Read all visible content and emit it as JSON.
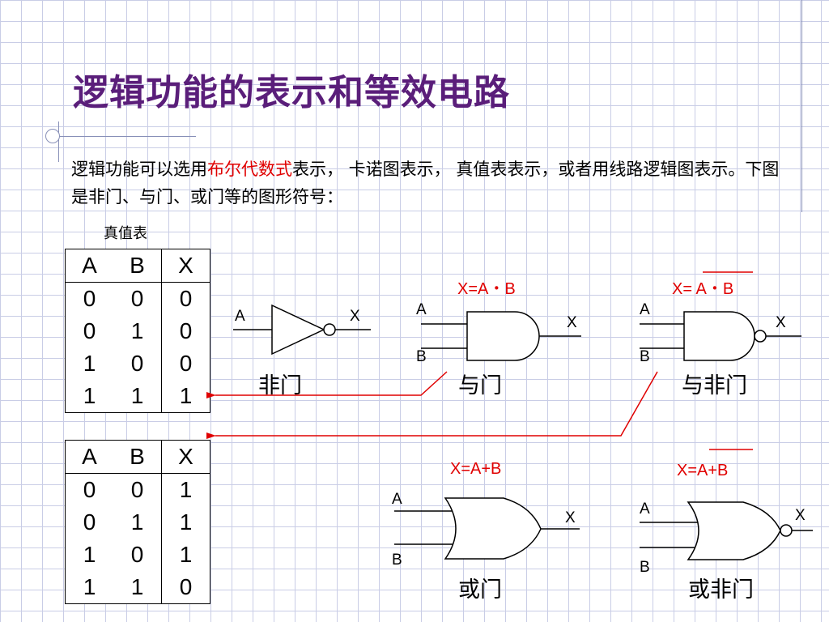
{
  "slide": {
    "title": "逻辑功能的表示和等效电路",
    "intro_part1": "逻辑功能可以选用",
    "intro_highlight": "布尔代数式",
    "intro_part2": "表示， 卡诺图表示， 真值表表示，或者用线路逻辑图表示。下图是非门、与门、或门等的图形符号："
  },
  "truth_table_label": "真值表",
  "truth_table_1": {
    "headers": [
      "A",
      "B",
      "X"
    ],
    "rows": [
      [
        "0",
        "0",
        "0"
      ],
      [
        "0",
        "1",
        "0"
      ],
      [
        "1",
        "0",
        "0"
      ],
      [
        "1",
        "1",
        "1"
      ]
    ]
  },
  "truth_table_2": {
    "headers": [
      "A",
      "B",
      "X"
    ],
    "rows": [
      [
        "0",
        "0",
        "1"
      ],
      [
        "0",
        "1",
        "1"
      ],
      [
        "1",
        "0",
        "1"
      ],
      [
        "1",
        "1",
        "0"
      ]
    ]
  },
  "gates": {
    "not": {
      "name": "非门",
      "in": "A",
      "out": "X"
    },
    "and": {
      "name": "与门",
      "expr": "X=A・B",
      "in_a": "A",
      "in_b": "B",
      "out": "X"
    },
    "nand": {
      "name": "与非门",
      "expr_prefix": "X= ",
      "expr": "A・B",
      "in_a": "A",
      "in_b": "B",
      "out": "X"
    },
    "or": {
      "name": "或门",
      "expr": "X=A+B",
      "in_a": "A",
      "in_b": "B",
      "out": "X"
    },
    "nor": {
      "name": "或非门",
      "expr_prefix": "X=",
      "expr": "A+B",
      "in_a": "A",
      "in_b": "B",
      "out": "X"
    }
  },
  "colors": {
    "title": "#5a1e7a",
    "highlight": "#e00000",
    "arrow": "#e00000",
    "grid": "#c9cde6"
  }
}
